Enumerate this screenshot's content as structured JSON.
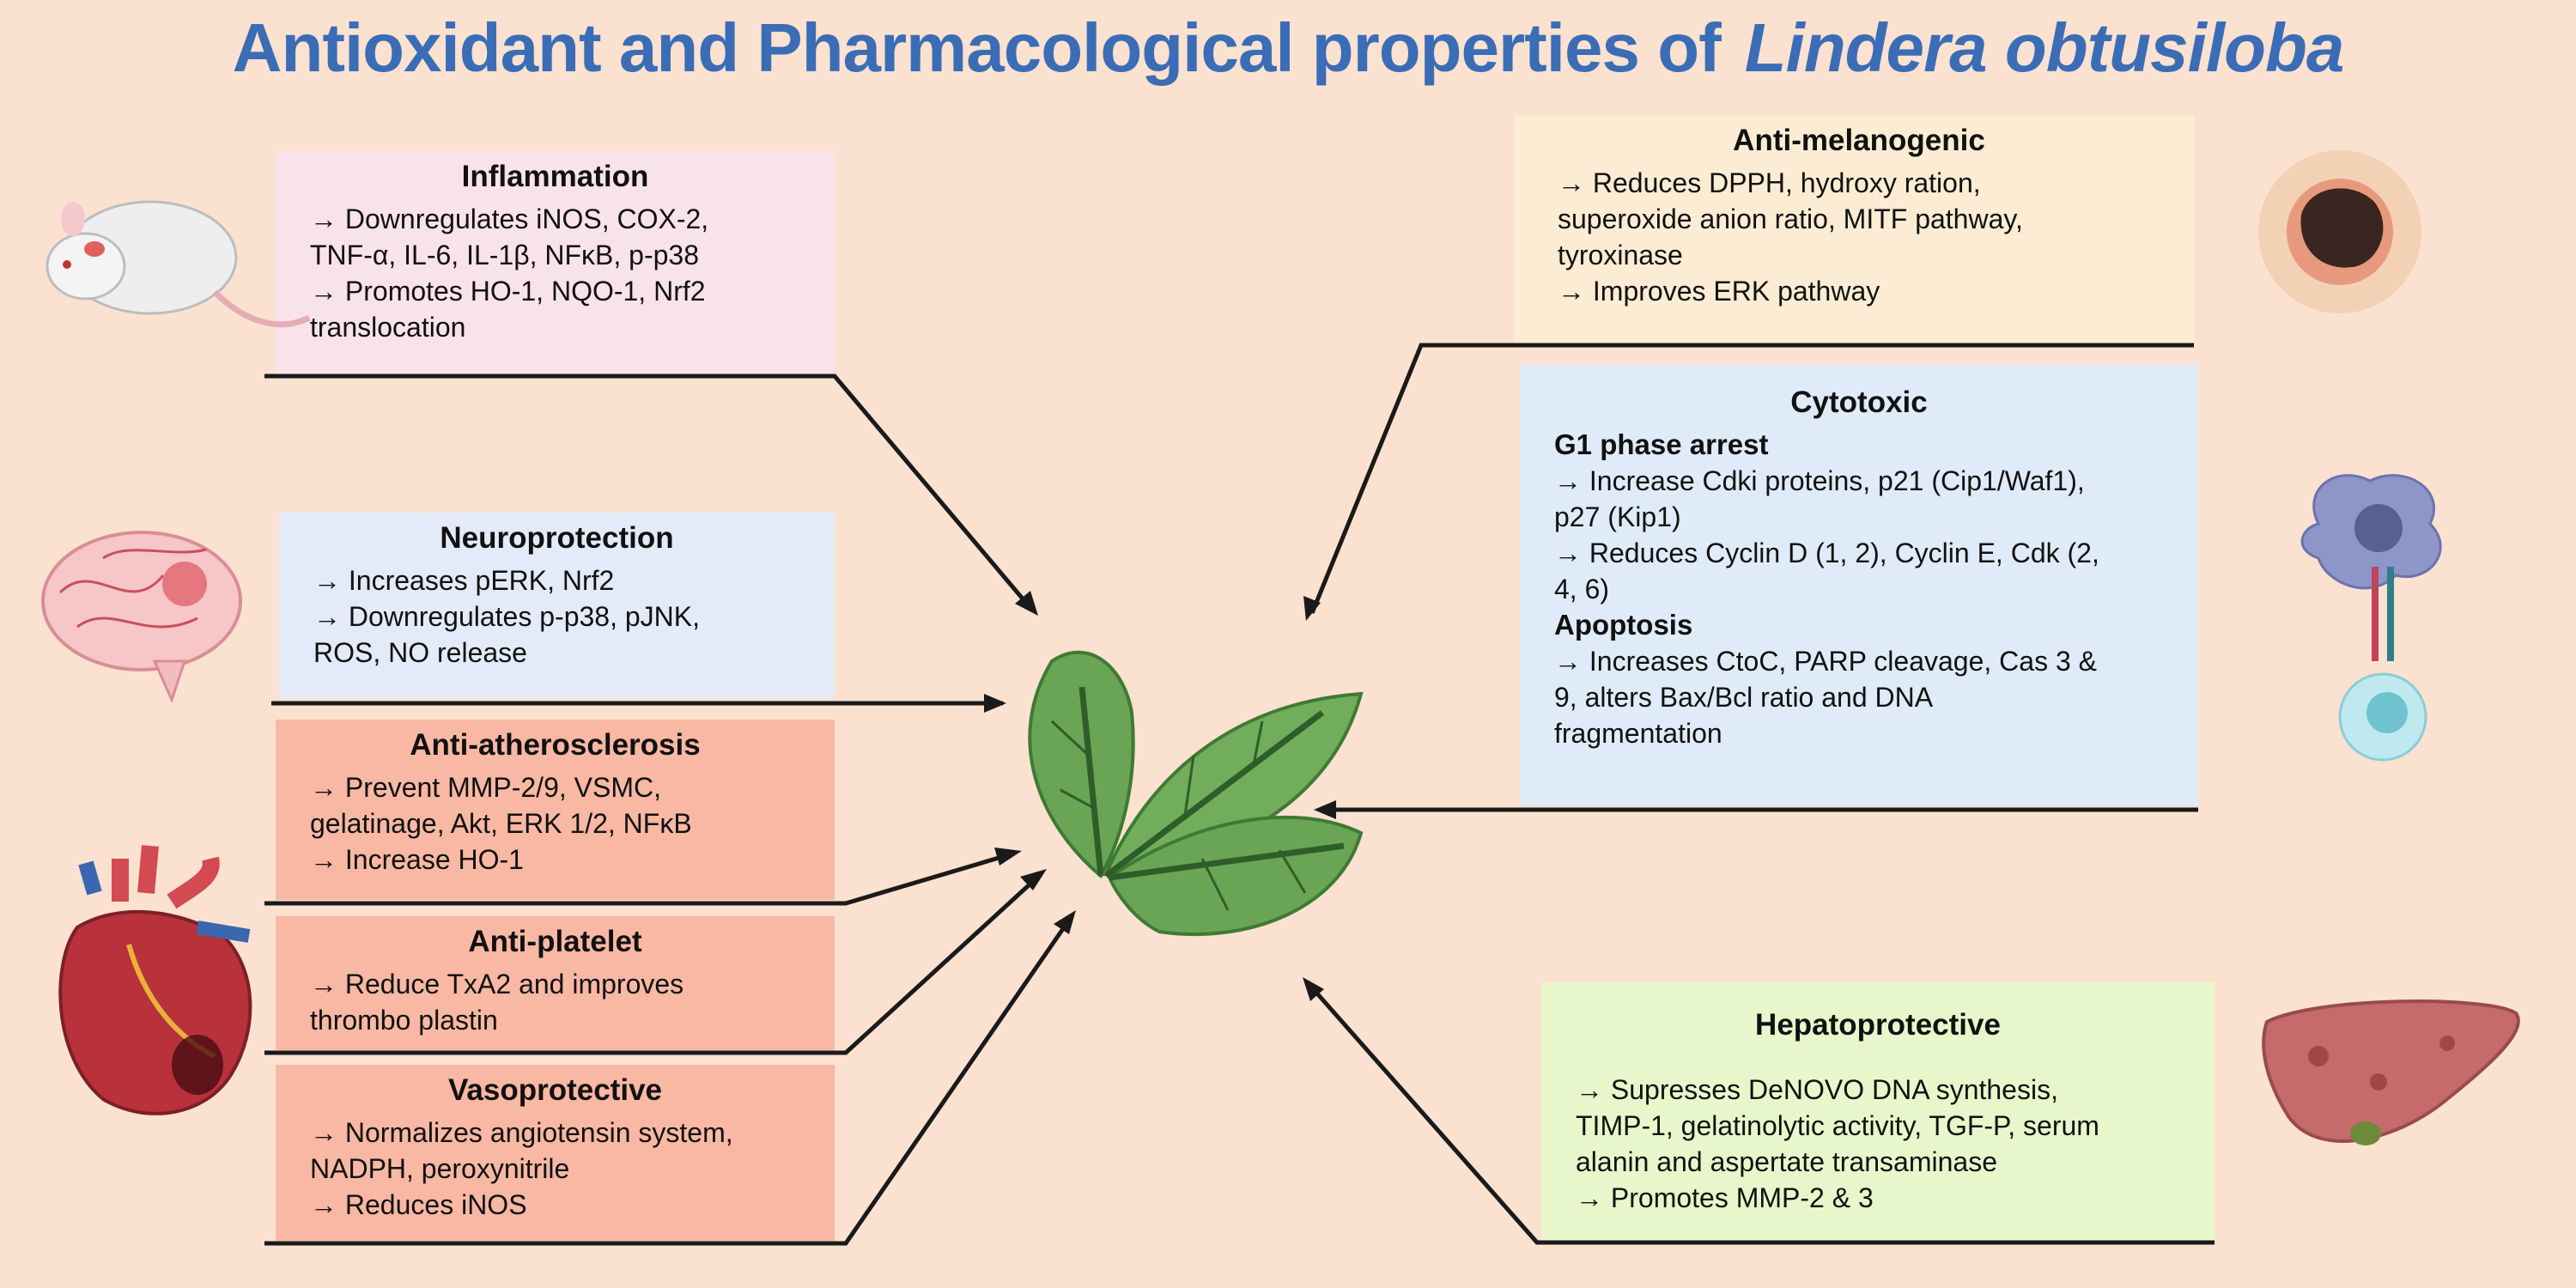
{
  "title": {
    "main": "Antioxidant and Pharmacological properties of",
    "species": "Lindera obtusiloba",
    "color": "#3a6db6"
  },
  "boxes": {
    "inflammation": {
      "title": "Inflammation",
      "color": "#f9e3ea",
      "lines": [
        "→ Downregulates iNOS, COX-2,",
        "TNF-α, IL-6, IL-1β, NFκB, p-p38",
        "→ Promotes HO-1, NQO-1, Nrf2",
        "translocation"
      ]
    },
    "neuroprotection": {
      "title": "Neuroprotection",
      "color": "#e3ebf8",
      "lines": [
        "→ Increases pERK, Nrf2",
        "→ Downregulates p-p38, pJNK,",
        "ROS, NO release"
      ]
    },
    "anti_atherosclerosis": {
      "title": "Anti-atherosclerosis",
      "color": "#f8b8a4",
      "lines": [
        "→ Prevent MMP-2/9, VSMC,",
        "gelatinage, Akt, ERK 1/2, NFκB",
        "→ Increase HO-1"
      ]
    },
    "anti_platelet": {
      "title": "Anti-platelet",
      "color": "#f8b8a4",
      "lines": [
        "→ Reduce TxA2 and improves",
        "thrombo plastin"
      ]
    },
    "vasoprotective": {
      "title": "Vasoprotective",
      "color": "#f8b8a4",
      "lines": [
        "→ Normalizes angiotensin system,",
        "NADPH, peroxynitrile",
        "→ Reduces iNOS"
      ]
    },
    "anti_melanogenic": {
      "title": "Anti-melanogenic",
      "color": "#fbecd3",
      "lines": [
        "→ Reduces DPPH, hydroxy ration,",
        "superoxide anion ratio, MITF pathway,",
        "tyroxinase",
        "→ Improves ERK pathway"
      ]
    },
    "cytotoxic": {
      "title": "Cytotoxic",
      "color": "#dfebf8",
      "subhead1": "G1 phase arrest",
      "lines1": [
        "→ Increase Cdki proteins, p21 (Cip1/Waf1),",
        "p27 (Kip1)",
        "→ Reduces Cyclin D (1, 2), Cyclin E, Cdk (2,",
        "4, 6)"
      ],
      "subhead2": "Apoptosis",
      "lines2": [
        "→ Increases CtoC, PARP cleavage, Cas 3 &",
        "9, alters Bax/Bcl ratio and DNA",
        "fragmentation"
      ]
    },
    "hepatoprotective": {
      "title": "Hepatoprotective",
      "color": "#e8f7cb",
      "lines": [
        "→ Supresses DeNOVO DNA synthesis,",
        "TIMP-1, gelatinolytic activity, TGF-P, serum",
        "alanin and aspertate transaminase",
        "→ Promotes MMP-2 & 3"
      ]
    }
  },
  "icons": [
    "rat-icon",
    "brain-icon",
    "heart-icon",
    "melanoma-skin-icon",
    "immune-cell-icon",
    "liver-icon",
    "leaf-icon"
  ]
}
